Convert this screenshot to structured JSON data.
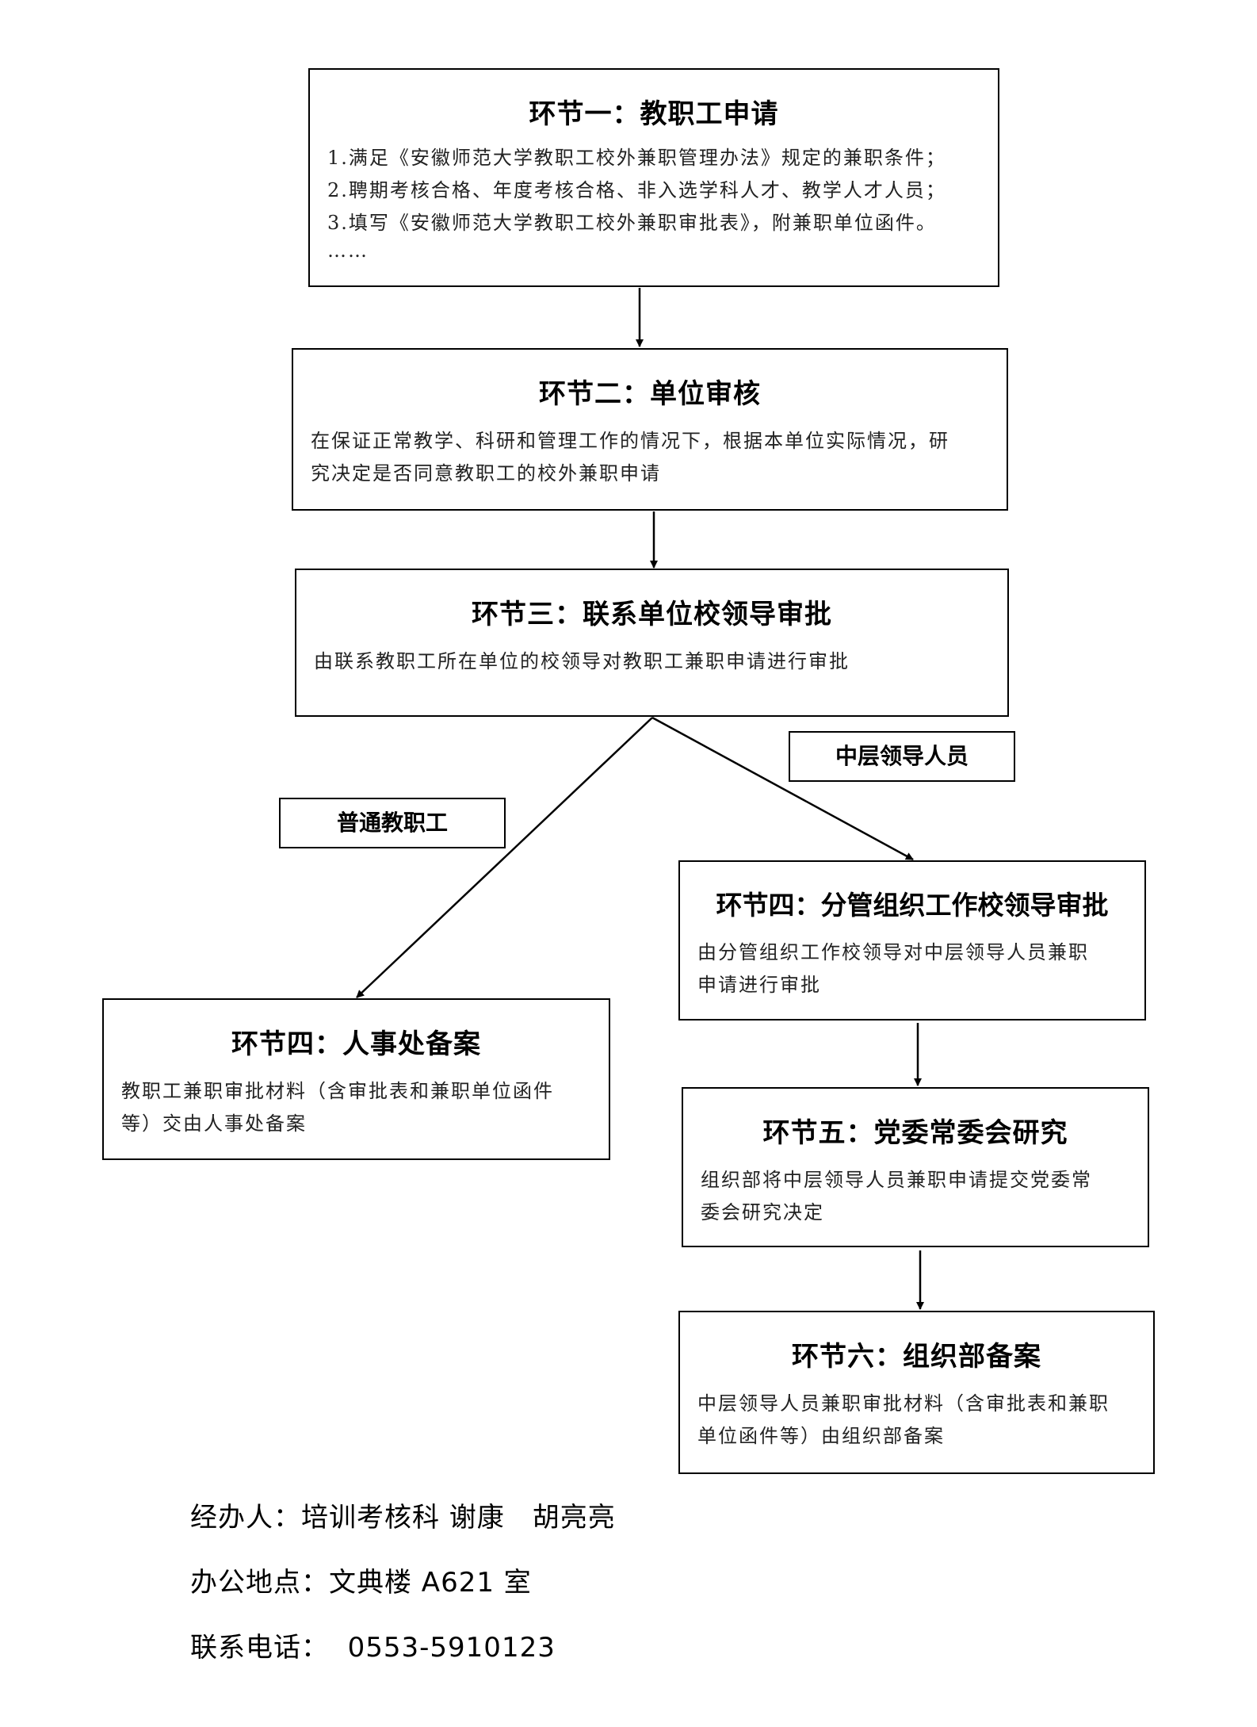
{
  "steps": {
    "step1": {
      "title": "环节一：教职工申请",
      "lines": [
        "1.满足《安徽师范大学教职工校外兼职管理办法》规定的兼职条件；",
        "2.聘期考核合格、年度考核合格、非入选学科人才、教学人才人员；",
        "3.填写《安徽师范大学教职工校外兼职审批表》，附兼职单位函件。",
        "……"
      ]
    },
    "step2": {
      "title": "环节二：单位审核",
      "lines": [
        "在保证正常教学、科研和管理工作的情况下，根据本单位实际情况，研",
        "究决定是否同意教职工的校外兼职申请"
      ]
    },
    "step3": {
      "title": "环节三：联系单位校领导审批",
      "lines": [
        "由联系教职工所在单位的校领导对教职工兼职申请进行审批"
      ]
    },
    "step4_staff": {
      "title": "环节四：人事处备案",
      "lines": [
        "教职工兼职审批材料（含审批表和兼职单位函件",
        "等）交由人事处备案"
      ]
    },
    "step4_leader": {
      "title": "环节四：分管组织工作校领导审批",
      "lines": [
        "由分管组织工作校领导对中层领导人员兼职",
        "申请进行审批"
      ]
    },
    "step5": {
      "title": "环节五：党委常委会研究",
      "lines": [
        "组织部将中层领导人员兼职申请提交党委常",
        "委会研究决定"
      ]
    },
    "step6": {
      "title": "环节六：组织部备案",
      "lines": [
        "中层领导人员兼职审批材料（含审批表和兼职",
        "单位函件等）由组织部备案"
      ]
    }
  },
  "branch_labels": {
    "ordinary_staff": "普通教职工",
    "middle_leaders": "中层领导人员"
  },
  "footer": {
    "handler": "经办人：培训考核科 谢康　胡亮亮",
    "office": "办公地点：文典楼 A621 室",
    "phone": "联系电话：  0553-5910123"
  }
}
